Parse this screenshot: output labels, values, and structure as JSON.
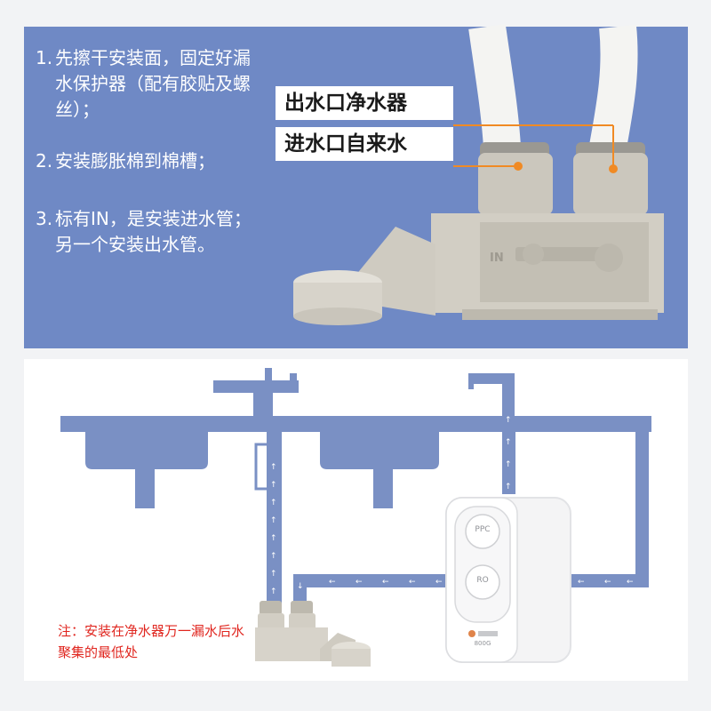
{
  "steps": [
    {
      "num": "1.",
      "text": "先擦干安装面，固定好漏水保护器（配有胶贴及螺丝）；"
    },
    {
      "num": "2.",
      "text": "安装膨胀棉到棉槽；"
    },
    {
      "num": "3.",
      "text": "标有IN，是安装进水管；另一个安装出水管。"
    }
  ],
  "callouts": {
    "outlet": "出水口净水器",
    "inlet": "进水口自来水"
  },
  "device": {
    "in_label": "IN"
  },
  "purifier": {
    "button_top": "PPC",
    "button_bottom": "RO",
    "model": "800G"
  },
  "note": "注：安装在净水器万一漏水后水聚集的最低处",
  "colors": {
    "panel_blue": "#6f89c5",
    "pipe_blue": "#7a90c4",
    "note_red": "#e0261f",
    "callout_orange": "#f08a24"
  }
}
